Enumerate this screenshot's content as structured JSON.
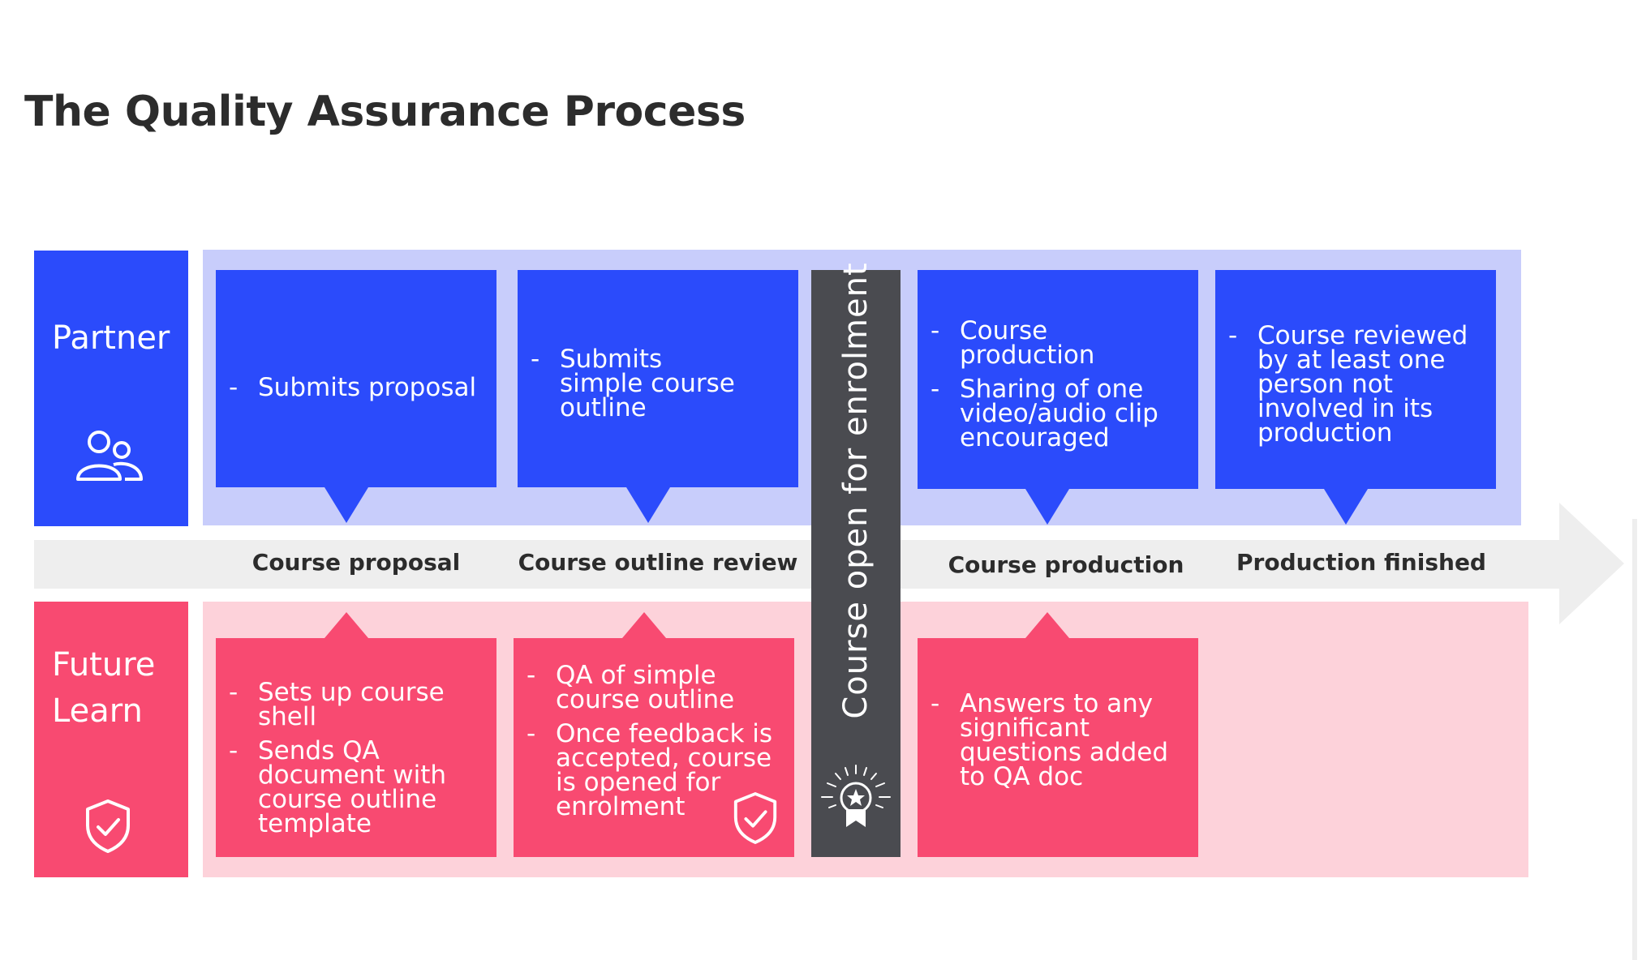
{
  "title": "The Quality Assurance Process",
  "colors": {
    "partner_blue": "#2b4bfb",
    "partner_lane": "#c8cdfb",
    "futurelearn_pink": "#f84a71",
    "futurelearn_lane": "#fdd2da",
    "enrolment_bar": "#4a4b50",
    "timeline": "#eeeeee"
  },
  "lanes": {
    "partner": {
      "label": "Partner",
      "icon": "people-icon"
    },
    "futurelearn": {
      "label": "Future Learn",
      "icon": "shield-check-icon"
    }
  },
  "stages": [
    {
      "label": "Course proposal"
    },
    {
      "label": "Course outline review"
    },
    {
      "label": "Course production"
    },
    {
      "label": "Production finished"
    }
  ],
  "partner_cards": [
    {
      "items": [
        "Submits proposal"
      ]
    },
    {
      "items": [
        "Submits simple course outline"
      ]
    },
    {
      "items": [
        "Course production",
        "Sharing of one video/audio clip encouraged"
      ]
    },
    {
      "items": [
        "Course reviewed by at least one person not involved in its production"
      ]
    }
  ],
  "futurelearn_cards": [
    {
      "items": [
        "Sets up course shell",
        "Sends QA document with course outline template"
      ]
    },
    {
      "items": [
        "QA of simple course outline",
        "Once feedback is accepted, course is opened for enrolment"
      ],
      "icon": "shield-check-icon"
    },
    {
      "items": [
        "Answers to any significant questions added to QA doc"
      ]
    }
  ],
  "enrolment": {
    "label": "Course open for enrolment",
    "icon": "award-star-icon"
  }
}
